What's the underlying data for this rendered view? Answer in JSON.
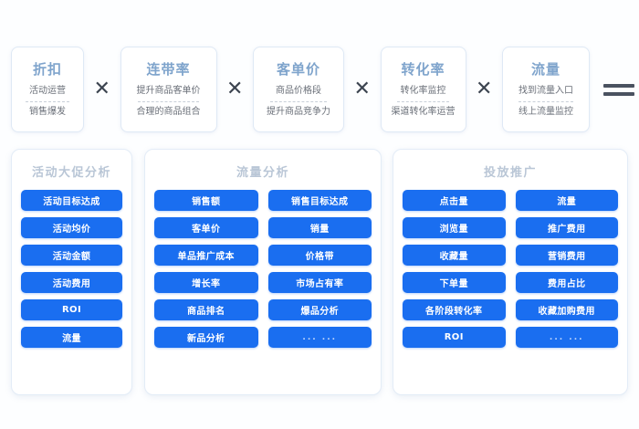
{
  "formula": {
    "cards": [
      {
        "title": "折扣",
        "line1": "活动运营",
        "line2": "销售爆发"
      },
      {
        "title": "连带率",
        "line1": "提升商品客单价",
        "line2": "合理的商品组合"
      },
      {
        "title": "客单价",
        "line1": "商品价格段",
        "line2": "提升商品竞争力"
      },
      {
        "title": "转化率",
        "line1": "转化率监控",
        "line2": "渠道转化率运营"
      },
      {
        "title": "流量",
        "line1": "找到流量入口",
        "line2": "线上流量监控"
      }
    ],
    "operator_times": "✕",
    "operator_equals": "="
  },
  "panels": [
    {
      "title": "活动大促分析",
      "columns": [
        [
          "活动目标达成",
          "活动均价",
          "活动金额",
          "活动费用",
          "ROI",
          "流量"
        ]
      ]
    },
    {
      "title": "流量分析",
      "columns": [
        [
          "销售额",
          "客单价",
          "单品推广成本",
          "增长率",
          "商品排名",
          "新品分析"
        ],
        [
          "销售目标达成",
          "销量",
          "价格带",
          "市场占有率",
          "爆品分析",
          "... ..."
        ]
      ]
    },
    {
      "title": "投放推广",
      "columns": [
        [
          "点击量",
          "浏览量",
          "收藏量",
          "下单量",
          "各阶段转化率",
          "ROI"
        ],
        [
          "流量",
          "推广费用",
          "营销费用",
          "费用占比",
          "收藏加购费用",
          "... ..."
        ]
      ]
    }
  ],
  "colors": {
    "pill_blue": "#1a6ef0",
    "card_title_blue": "#7fa4cc",
    "panel_title_gray": "#b9c6d6",
    "background": "#ffffff"
  }
}
